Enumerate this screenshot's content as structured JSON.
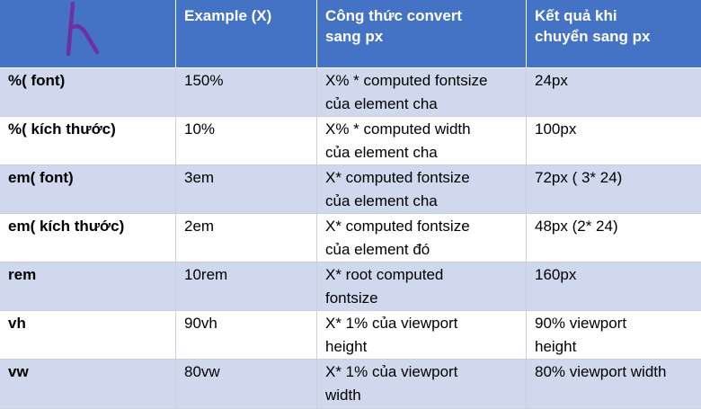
{
  "table": {
    "headers": [
      "",
      "Example (X)",
      "Công thức convert\nsang px",
      "Kết quả khi\nchuyển sang px"
    ],
    "rows": [
      [
        "%( font)",
        "150%",
        "X% * computed fontsize\ncủa element cha",
        "24px"
      ],
      [
        "%( kích thước)",
        "10%",
        "X% * computed width\ncủa element cha",
        "100px"
      ],
      [
        "em( font)",
        "3em",
        "X* computed fontsize\ncủa element cha",
        "72px ( 3* 24)"
      ],
      [
        "em( kích thước)",
        "2em",
        "X* computed fontsize\ncủa element đó",
        "48px (2* 24)"
      ],
      [
        "rem",
        "10rem",
        "X* root computed\nfontsize",
        "160px"
      ],
      [
        "vh",
        "90vh",
        "X* 1% của viewport\nheight",
        "90% viewport\nheight"
      ],
      [
        "vw",
        "80vw",
        "X* 1% của viewport\nwidth",
        "80% viewport width"
      ]
    ]
  },
  "colors": {
    "header_bg": "#4472c4",
    "row_band": "#cfd8ec",
    "logo_stroke": "#7030a0"
  },
  "logo": {
    "icon": "h-logo-icon"
  }
}
